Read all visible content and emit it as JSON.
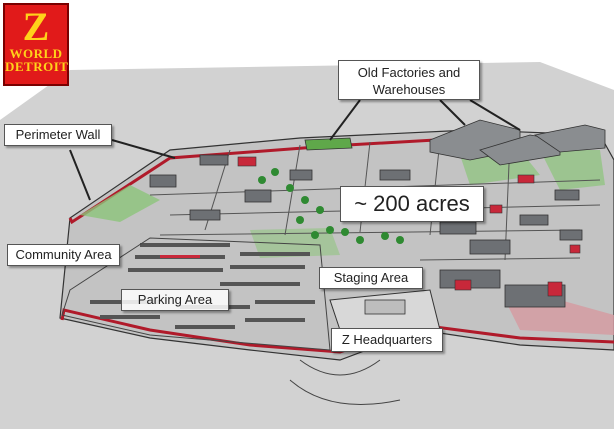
{
  "logo": {
    "letter": "Z",
    "line1": "WORLD",
    "line2": "DETROIT"
  },
  "labels": {
    "old_factories": {
      "line1": "Old Factories and",
      "line2": "Warehouses"
    },
    "perimeter_wall": "Perimeter Wall",
    "acres": "~ 200 acres",
    "community_area": "Community Area",
    "staging_area": "Staging Area",
    "parking_area": "Parking Area",
    "headquarters": "Z Headquarters"
  },
  "colors": {
    "wall": "#b01a2a",
    "grass": "#7fbf6a",
    "building_gray": "#6d7074",
    "roof_red": "#c8283a",
    "ground": "#c9c9c9",
    "logo_red": "#e11a1a",
    "logo_yellow": "#ffd21a"
  }
}
